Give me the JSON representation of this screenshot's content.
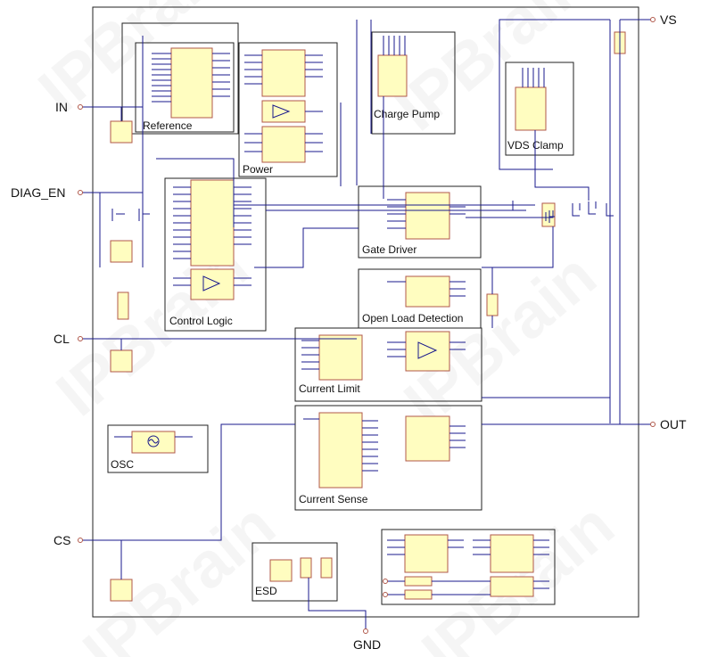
{
  "pins": {
    "vs": "VS",
    "in": "IN",
    "diag_en": "DIAG_EN",
    "cl": "CL",
    "out": "OUT",
    "cs": "CS",
    "gnd": "GND"
  },
  "blocks": {
    "reference": "Reference",
    "power": "Power",
    "charge_pump": "Charge Pump",
    "vds_clamp": "VDS Clamp",
    "control_logic": "Control Logic",
    "gate_driver": "Gate Driver",
    "open_load_detection": "Open Load Detection",
    "current_limit": "Current Limit",
    "osc": "OSC",
    "current_sense": "Current Sense",
    "esd": "ESD"
  },
  "watermark": "IPBrain",
  "colors": {
    "block_fill": "#fffdc0",
    "block_stroke": "#b0584a",
    "wire": "#1a1a8c",
    "frame": "#222222"
  }
}
